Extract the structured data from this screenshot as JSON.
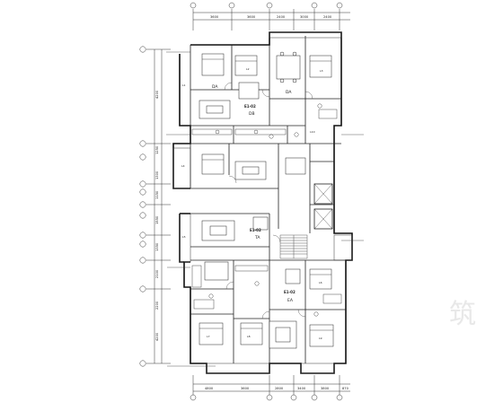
{
  "plan": {
    "dims_top": [
      "3600",
      "3600",
      "2400",
      "3000",
      "2400"
    ],
    "dims_bottom": [
      "4800",
      "3600",
      "2800",
      "3400",
      "3800",
      "870"
    ],
    "dims_left": [
      "4200",
      "1250",
      "1300",
      "1150",
      "1550",
      "1350",
      "2100",
      "2200",
      "4200"
    ],
    "unit_labels": [
      "E1-02",
      "E1-02",
      "E1-02"
    ],
    "unit_codes": [
      "DB",
      "DA",
      "TA",
      "EA",
      "DA"
    ],
    "room_labels": [
      "L1",
      "L2",
      "L3",
      "L4",
      "L5",
      "L6",
      "L7",
      "L8",
      "L9",
      "L10"
    ],
    "watermark": "筑"
  }
}
